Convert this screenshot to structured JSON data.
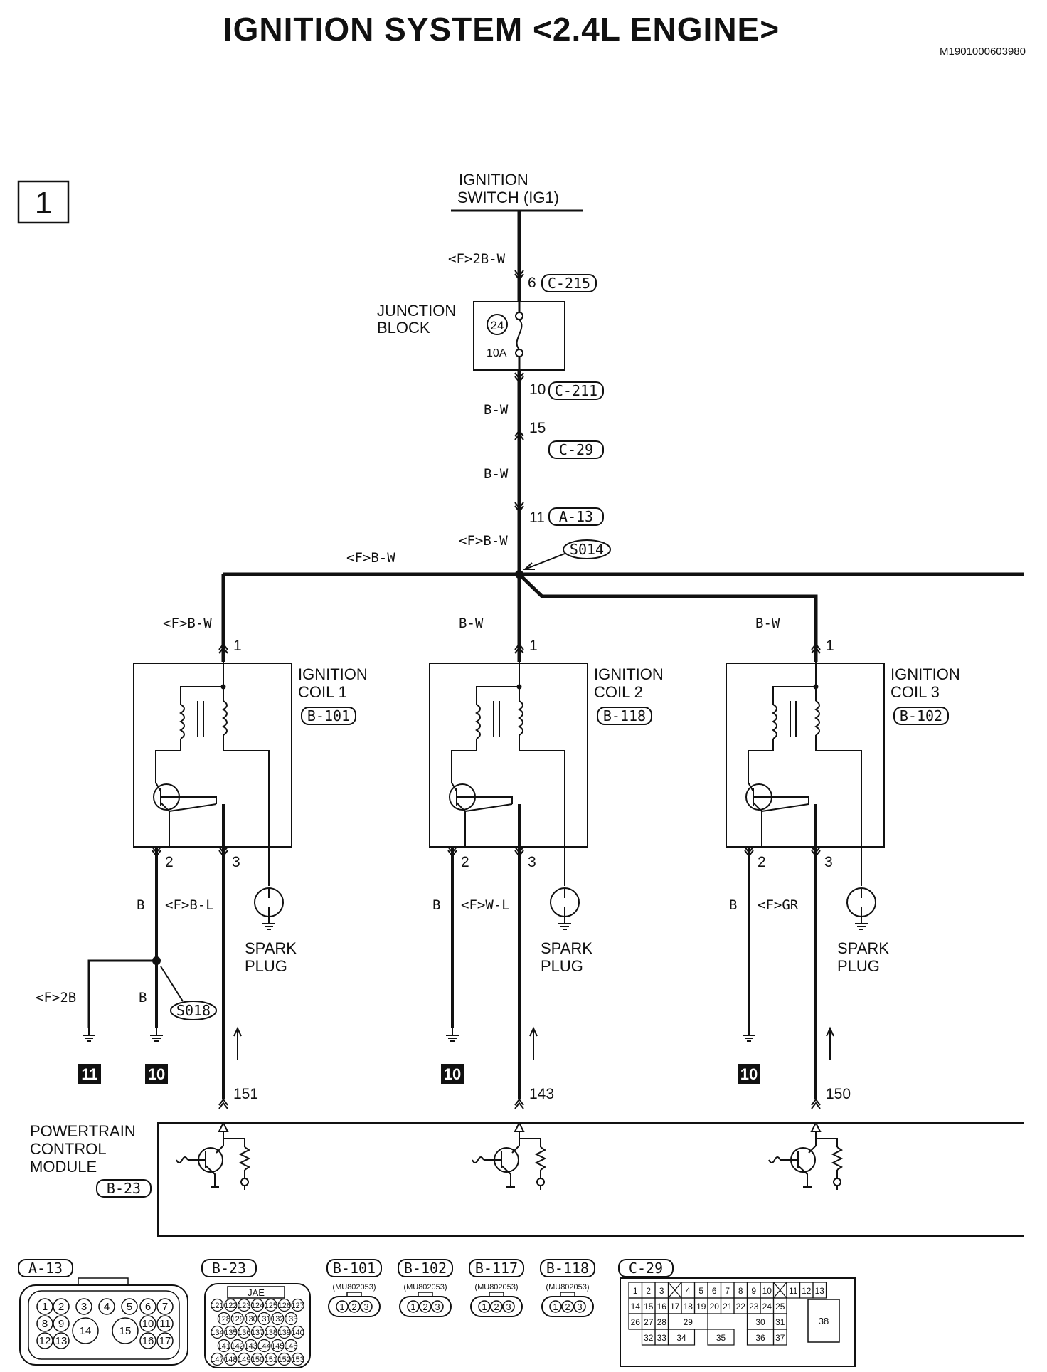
{
  "title": "IGNITION SYSTEM <2.4L ENGINE>",
  "doc_id": "M1901000603980",
  "page_number": "1",
  "source": {
    "label_line1": "IGNITION",
    "label_line2": "SWITCH (IG1)"
  },
  "junction_block": {
    "label_line1": "JUNCTION",
    "label_line2": "BLOCK",
    "fuse_number": "24",
    "fuse_rating": "10A"
  },
  "upper_wires": {
    "w1": "<F>2B-W",
    "c215_pin": "6",
    "c215": "C-215",
    "c211_pin": "10",
    "c211": "C-211",
    "w2": "B-W",
    "c29_pin": "15",
    "c29": "C-29",
    "w3": "B-W",
    "a13_pin": "11",
    "a13": "A-13",
    "w4": "<F>B-W",
    "splice": "S014",
    "bus_wire": "<F>B-W"
  },
  "coils": [
    {
      "name_line1": "IGNITION",
      "name_line2": "COIL 1",
      "ref": "B-101",
      "in_wire": "<F>B-W",
      "in_pin": "1",
      "pin2": "2",
      "pin3": "3",
      "ground_wire": "B",
      "signal_wire": "<F>B-L",
      "spark_line1": "SPARK",
      "spark_line2": "PLUG",
      "pcm_pin": "151",
      "ground_ref": "10"
    },
    {
      "name_line1": "IGNITION",
      "name_line2": "COIL 2",
      "ref": "B-118",
      "in_wire": "B-W",
      "in_pin": "1",
      "pin2": "2",
      "pin3": "3",
      "ground_wire": "B",
      "signal_wire": "<F>W-L",
      "spark_line1": "SPARK",
      "spark_line2": "PLUG",
      "pcm_pin": "143",
      "ground_ref": "10"
    },
    {
      "name_line1": "IGNITION",
      "name_line2": "COIL 3",
      "ref": "B-102",
      "in_wire": "B-W",
      "in_pin": "1",
      "pin2": "2",
      "pin3": "3",
      "ground_wire": "B",
      "signal_wire": "<F>GR",
      "spark_line1": "SPARK",
      "spark_line2": "PLUG",
      "pcm_pin": "150",
      "ground_ref": "10"
    }
  ],
  "coil1_extra": {
    "branch_wire": "<F>2B",
    "after_splice_wire": "B",
    "splice": "S018",
    "ground_ref_left": "11"
  },
  "pcm": {
    "line1": "POWERTRAIN",
    "line2": "CONTROL",
    "line3": "MODULE",
    "ref": "B-23"
  },
  "connectors": {
    "a13": {
      "ref": "A-13",
      "top": [
        "1",
        "2",
        "3",
        "4",
        "5",
        "6",
        "7"
      ],
      "mid": [
        "8",
        "9",
        "10",
        "11"
      ],
      "big": [
        "14",
        "15"
      ],
      "bot": [
        "12",
        "13",
        "16",
        "17"
      ]
    },
    "b23": {
      "ref": "B-23",
      "brand": "JAE",
      "rows": [
        [
          "121",
          "122",
          "123",
          "124",
          "125",
          "126",
          "127"
        ],
        [
          "128",
          "129",
          "130",
          "131",
          "132",
          "133"
        ],
        [
          "134",
          "135",
          "136",
          "137",
          "138",
          "139",
          "140"
        ],
        [
          "141",
          "142",
          "143",
          "144",
          "145",
          "146"
        ],
        [
          "147",
          "148",
          "149",
          "150",
          "151",
          "152",
          "153"
        ]
      ]
    },
    "small": [
      {
        "ref": "B-101",
        "part": "(MU802053)",
        "pins": [
          "1",
          "2",
          "3"
        ]
      },
      {
        "ref": "B-102",
        "part": "(MU802053)",
        "pins": [
          "1",
          "2",
          "3"
        ]
      },
      {
        "ref": "B-117",
        "part": "(MU802053)",
        "pins": [
          "1",
          "2",
          "3"
        ]
      },
      {
        "ref": "B-118",
        "part": "(MU802053)",
        "pins": [
          "1",
          "2",
          "3"
        ]
      }
    ],
    "c29": {
      "ref": "C-29",
      "row1": [
        "1",
        "2",
        "3",
        "",
        "4",
        "5",
        "6",
        "7",
        "8",
        "9",
        "10",
        "",
        "11",
        "12",
        "13"
      ],
      "row2": [
        "14",
        "15",
        "16",
        "17",
        "18",
        "19",
        "20",
        "21",
        "22",
        "23",
        "24",
        "25"
      ],
      "row3": [
        "26",
        "27",
        "28",
        "29",
        "30",
        "31"
      ],
      "row4": [
        "32",
        "33",
        "34",
        "35",
        "36",
        "37"
      ],
      "big": "38"
    }
  }
}
